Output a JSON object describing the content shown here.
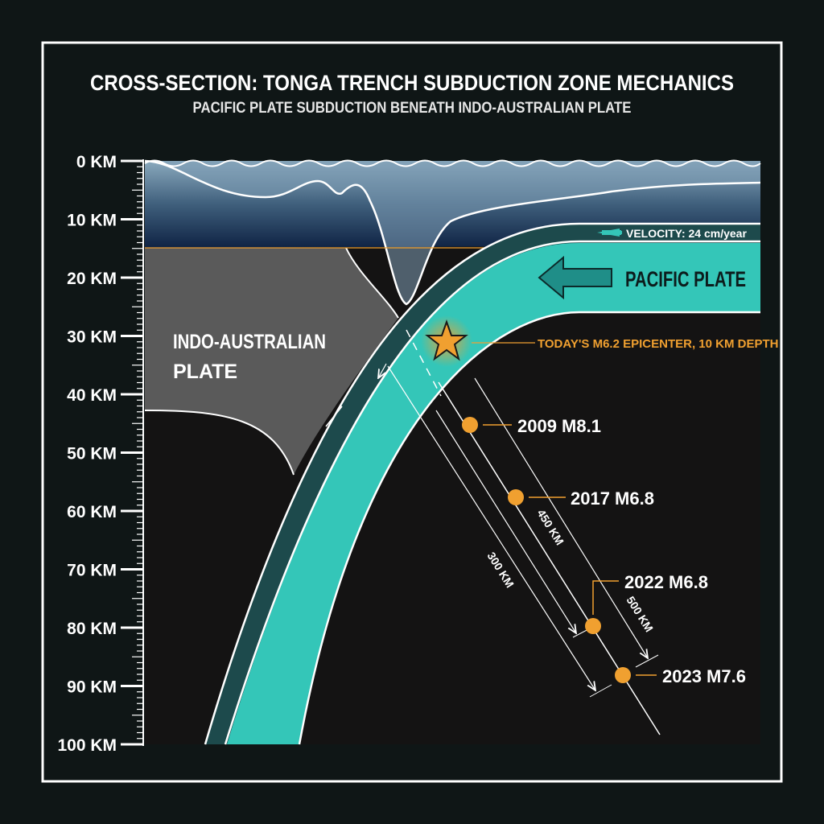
{
  "title": "CROSS-SECTION: TONGA TRENCH SUBDUCTION ZONE MECHANICS",
  "subtitle": "PACIFIC PLATE SUBDUCTION BENEATH INDO-AUSTRALIAN PLATE",
  "depth_axis": {
    "ticks": [
      "0 KM",
      "10 KM",
      "20 KM",
      "30 KM",
      "40 KM",
      "50 KM",
      "60 KM",
      "70 KM",
      "80 KM",
      "90 KM",
      "100 KM"
    ]
  },
  "labels": {
    "indo_plate_line1": "INDO-AUSTRALIAN",
    "indo_plate_line2": "PLATE",
    "pacific_plate": "PACIFIC PLATE",
    "velocity": "VELOCITY: 24 cm/year",
    "epicenter": "TODAY'S M6.2 EPICENTER, 10 KM DEPTH"
  },
  "events": [
    {
      "label": "2009 M8.1"
    },
    {
      "label": "2017 M6.8"
    },
    {
      "label": "2022 M6.8"
    },
    {
      "label": "2023 M7.6"
    }
  ],
  "distances": [
    "300 KM",
    "450 KM",
    "500 KM"
  ],
  "colors": {
    "background": "#0f1616",
    "slab": "#34c6b8",
    "slab_edge": "#1d4a4c",
    "indo_plate": "#5a5a5a",
    "mantle": "#141313",
    "accent": "#f0a030",
    "ocean_top": "#8aa9bd",
    "ocean_deep": "#0f2344"
  }
}
